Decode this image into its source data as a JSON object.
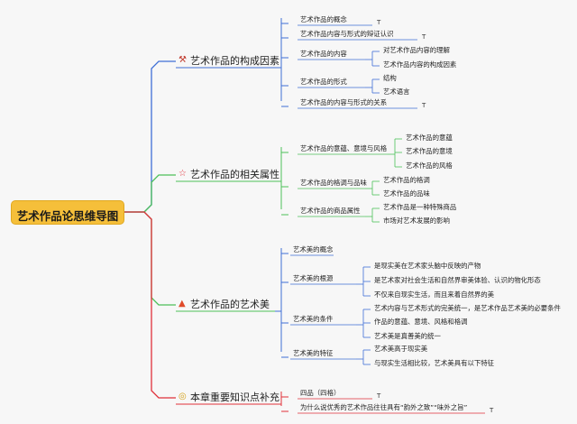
{
  "root": "艺术作品论思维导图",
  "branches": [
    {
      "label": "艺术作品的构成因素",
      "icon": "tools-icon",
      "color": "#3f6fd6",
      "children": [
        {
          "label": "艺术作品的概念",
          "mark": "T"
        },
        {
          "label": "艺术作品内容与形式的辩证认识",
          "mark": "T"
        },
        {
          "label": "艺术作品的内容",
          "children": [
            "对艺术作品内容的理解",
            "艺术作品内容的构成因素"
          ]
        },
        {
          "label": "艺术作品的形式",
          "children": [
            "结构",
            "艺术语言"
          ]
        },
        {
          "label": "艺术作品的内容与形式的关系",
          "mark": "T"
        }
      ]
    },
    {
      "label": "艺术作品的相关属性",
      "icon": "star-icon",
      "color": "#4cc05a",
      "children": [
        {
          "label": "艺术作品的意蕴、意境与风格",
          "children": [
            "艺术作品的意蕴",
            "艺术作品的意境",
            "艺术作品的风格"
          ]
        },
        {
          "label": "艺术作品的格调与品味",
          "children": [
            "艺术作品的格调",
            "艺术作品的品味"
          ]
        },
        {
          "label": "艺术作品的商品属性",
          "children": [
            "艺术作品是一种特殊商品",
            "市场对艺术发展的影响"
          ]
        }
      ]
    },
    {
      "label": "艺术作品的艺术美",
      "icon": "flame-icon",
      "color": "#4cc05a",
      "children": [
        {
          "label": "艺术美的概念"
        },
        {
          "label": "艺术美的根源",
          "children": [
            "是现实美在艺术家头脑中反映的产物",
            "是艺术家对社会生活和自然界审美体验、认识的物化形态",
            "不仅来自现实生活，而且来着自然界的美"
          ]
        },
        {
          "label": "艺术美的条件",
          "children": [
            "艺术内容与艺术形式的完美统一，是艺术作品艺术美的必要条件",
            "作品的意蕴、意境、风格和格调",
            "艺术美是真善美的统一"
          ]
        },
        {
          "label": "艺术美的特征",
          "children": [
            "艺术美高于现实美",
            "与现实生活相比较，艺术美具有以下特征"
          ]
        }
      ]
    },
    {
      "label": "本章重要知识点补充",
      "icon": "badge-icon",
      "color": "#e0303a",
      "children": [
        {
          "label": "四品（四格）",
          "mark": "T"
        },
        {
          "label": "为什么说优秀的艺术作品往往具有“韵外之致”“味外之旨”",
          "mark": "T"
        }
      ]
    }
  ],
  "colors": {
    "blue": "#3f6fd6",
    "green": "#4cc05a",
    "red": "#e0303a",
    "root": "#f5bf3a"
  }
}
